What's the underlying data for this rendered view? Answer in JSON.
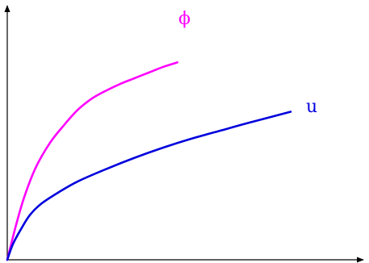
{
  "chart_data": {
    "type": "line",
    "title": "",
    "xlabel": "",
    "ylabel": "",
    "xlim": [
      0,
      100
    ],
    "ylim": [
      0,
      100
    ],
    "grid": false,
    "legend": "none",
    "series": [
      {
        "name": "ϕ",
        "color": "#ff00ff",
        "x": [
          0,
          3,
          6,
          10,
          15,
          20,
          25,
          30,
          35,
          40,
          45,
          50,
          55,
          60
        ],
        "y": [
          0,
          15,
          28,
          41,
          52,
          60,
          67,
          72,
          75.5,
          78.5,
          81,
          83.5,
          86,
          88
        ]
      },
      {
        "name": "u",
        "color": "#0000dd",
        "x": [
          0,
          2,
          5,
          8,
          12,
          18,
          25,
          35,
          45,
          55,
          65,
          75,
          85,
          100
        ],
        "y": [
          0,
          7,
          14,
          20,
          25,
          30,
          35,
          40.5,
          45.5,
          50,
          54,
          57.5,
          61,
          66
        ]
      }
    ]
  }
}
